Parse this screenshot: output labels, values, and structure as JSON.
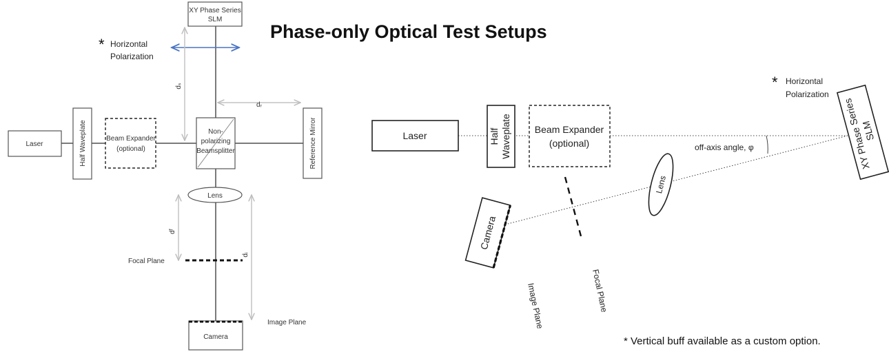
{
  "title": "Phase-only Optical Test Setups",
  "footnote": "* Vertical buff available as a custom option.",
  "left_setup": {
    "slm_line1": "XY Phase Series",
    "slm_line2": "SLM",
    "polarization_star": "*",
    "polarization_line1": "Horizontal",
    "polarization_line2": "Polarization",
    "laser": "Laser",
    "half_waveplate": "Half Waveplate",
    "beam_expander_line1": "Beam Expander",
    "beam_expander_line2": "(optional)",
    "beamsplitter_line1": "Non-",
    "beamsplitter_line2": "polarizing",
    "beamsplitter_line3": "Beamsplitter",
    "reference_mirror": "Reference Mirror",
    "lens": "Lens",
    "focal_plane": "Focal Plane",
    "image_plane": "Image Plane",
    "camera": "Camera",
    "dist_s": "dₛ",
    "dist_r": "dᵣ",
    "dist_f": "dᶠ",
    "dist_i": "dᵢ"
  },
  "right_setup": {
    "polarization_star": "*",
    "polarization_line1": "Horizontal",
    "polarization_line2": "Polarization",
    "laser": "Laser",
    "half_waveplate_line1": "Half",
    "half_waveplate_line2": "Waveplate",
    "beam_expander_line1": "Beam Expander",
    "beam_expander_line2": "(optional)",
    "off_axis_angle": "off-axis angle, φ",
    "slm_line1": "XY Phase Series",
    "slm_line2": "SLM",
    "lens": "Lens",
    "camera": "Camera",
    "image_plane": "Image Plane",
    "focal_plane": "Focal Plane"
  },
  "colors": {
    "polarization_arrow": "#4a74c4"
  }
}
